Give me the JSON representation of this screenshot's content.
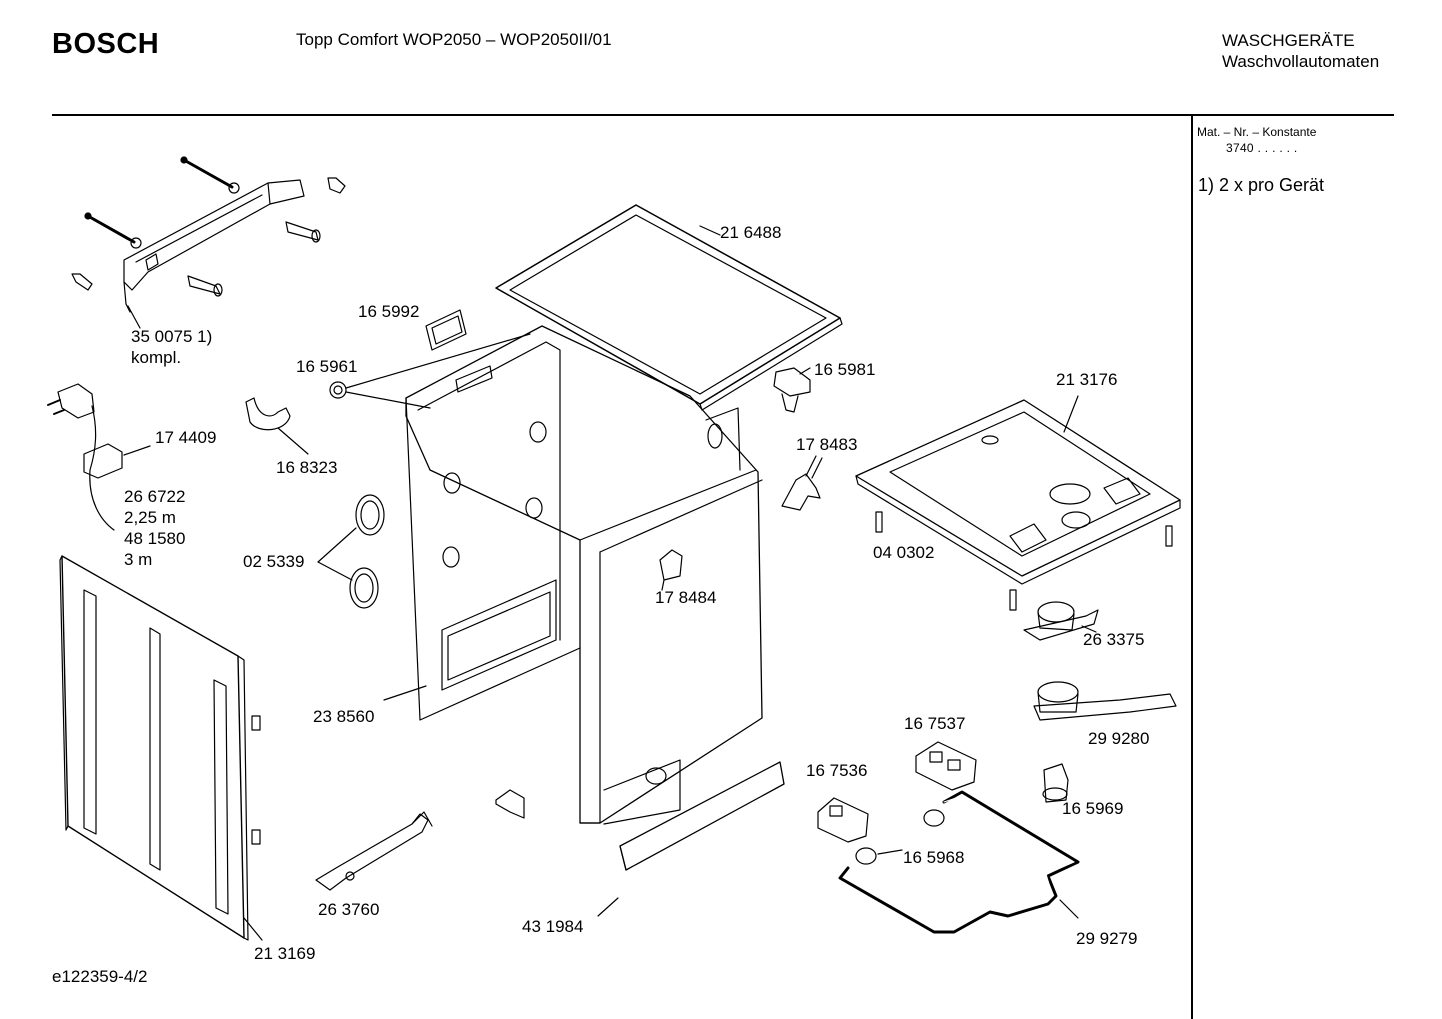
{
  "header": {
    "brand": "BOSCH",
    "model": "Topp Comfort WOP2050 – WOP2050II/01",
    "category_line1": "WASCHGERÄTE",
    "category_line2": "Waschvollautomaten"
  },
  "sidebar": {
    "mat_label": "Mat. – Nr. – Konstante",
    "mat_value": "3740  .  .     .  .  .  .",
    "footnote": "1)  2 x pro Gerät"
  },
  "drawing_id": "e122359-4/2",
  "parts": {
    "p350075_a": "35 0075 1)",
    "p350075_b": "kompl.",
    "p165992": "16 5992",
    "p165961": "16 5961",
    "p216488": "21 6488",
    "p165981": "16 5981",
    "p213176": "21 3176",
    "p174409": "17 4409",
    "p168323": "16 8323",
    "p178483": "17 8483",
    "p266722_a": "26 6722",
    "p266722_b": "2,25 m",
    "p481580_a": "48 1580",
    "p481580_b": "3 m",
    "p025339": "02 5339",
    "p040302": "04 0302",
    "p178484": "17 8484",
    "p263375": "26 3375",
    "p238560": "23 8560",
    "p167537": "16 7537",
    "p299280": "29 9280",
    "p167536": "16 7536",
    "p165969": "16 5969",
    "p165968": "16 5968",
    "p263760": "26 3760",
    "p431984": "43 1984",
    "p299279": "29 9279",
    "p213169": "21 3169"
  }
}
